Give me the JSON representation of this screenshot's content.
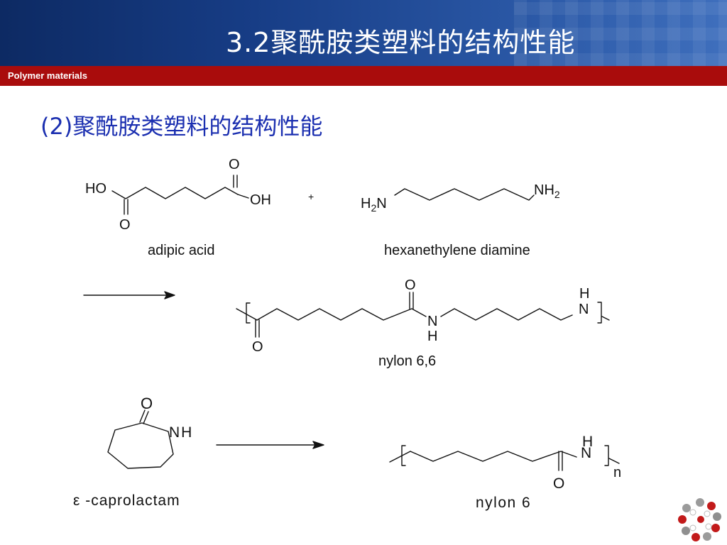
{
  "header": {
    "title": "3.2聚酰胺类塑料的结构性能",
    "band_label": "Polymer materials"
  },
  "section": {
    "title": "(2)聚酰胺类塑料的结构性能"
  },
  "reaction1": {
    "reactant1_name": "adipic acid",
    "reactant1_atoms": {
      "ho": "HO",
      "oh": "OH",
      "o_top": "O",
      "o_bottom": "O"
    },
    "plus": "+",
    "reactant2_name": "hexanethylene diamine",
    "reactant2_atoms": {
      "h2n_h": "H",
      "h2n_2": "2",
      "h2n_n": "N",
      "nh2_nh": "NH",
      "nh2_2": "2"
    },
    "product_name": "nylon 6,6",
    "product_atoms": {
      "o_top": "O",
      "o_bottom": "O",
      "n_mid": "N",
      "h_mid": "H",
      "h_end": "H",
      "n_end": "N"
    }
  },
  "reaction2": {
    "reactant_name": "ε -caprolactam",
    "reactant_atoms": {
      "o": "O",
      "nh": "NH"
    },
    "product_name": "nylon 6",
    "product_atoms": {
      "h": "H",
      "n": "N",
      "o": "O",
      "n_sub": "n"
    }
  },
  "colors": {
    "header_blue": "#173d86",
    "band_red": "#a90c0c",
    "section_title_blue": "#1b2fb0"
  },
  "icons": {
    "decor": "molecular-ring-icon"
  }
}
